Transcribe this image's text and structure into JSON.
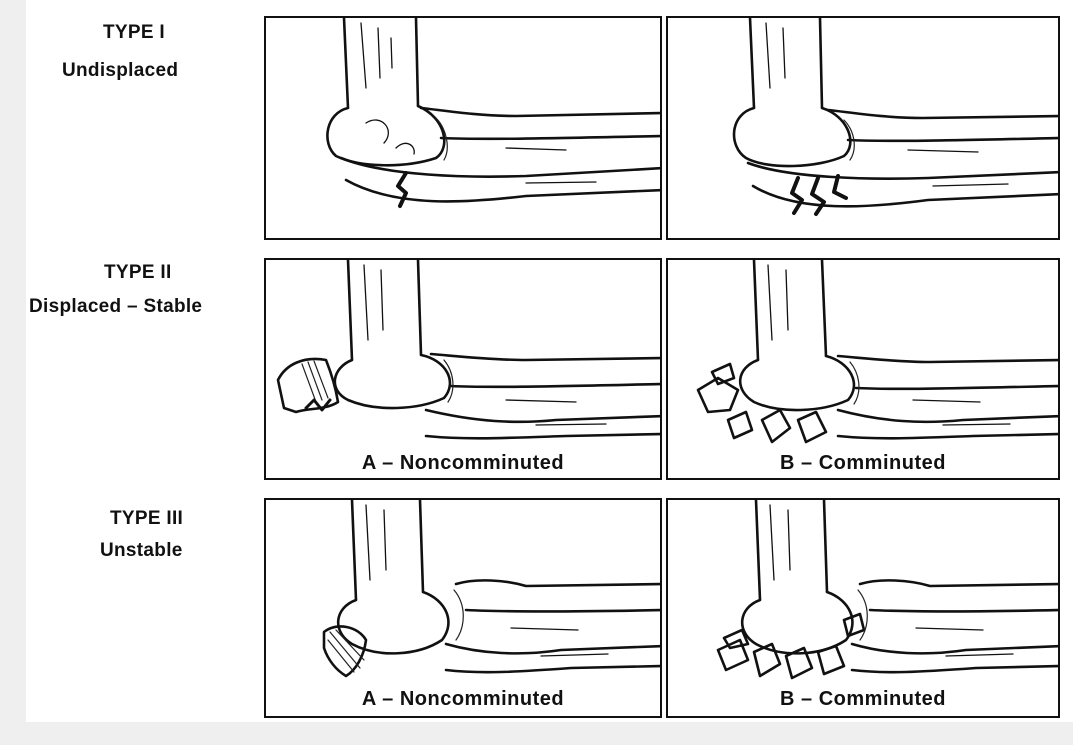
{
  "rows": [
    {
      "type": "TYPE I",
      "desc": "Undisplaced",
      "captions": [
        "",
        ""
      ]
    },
    {
      "type": "TYPE II",
      "desc": "Displaced – Stable",
      "captions": [
        "A – Noncomminuted",
        "B – Comminuted"
      ]
    },
    {
      "type": "TYPE III",
      "desc": "Unstable",
      "captions": [
        "A – Noncomminuted",
        "B – Comminuted"
      ]
    }
  ],
  "panels": [
    {
      "id": "type1-left",
      "illustration": "elbow-ulna-crack-icon"
    },
    {
      "id": "type1-right",
      "illustration": "elbow-ulna-multi-crack-icon"
    },
    {
      "id": "type2a",
      "illustration": "elbow-olecranon-displaced-icon"
    },
    {
      "id": "type2b",
      "illustration": "elbow-olecranon-comminuted-icon"
    },
    {
      "id": "type3a",
      "illustration": "elbow-unstable-displaced-icon"
    },
    {
      "id": "type3b",
      "illustration": "elbow-unstable-comminuted-icon"
    }
  ]
}
